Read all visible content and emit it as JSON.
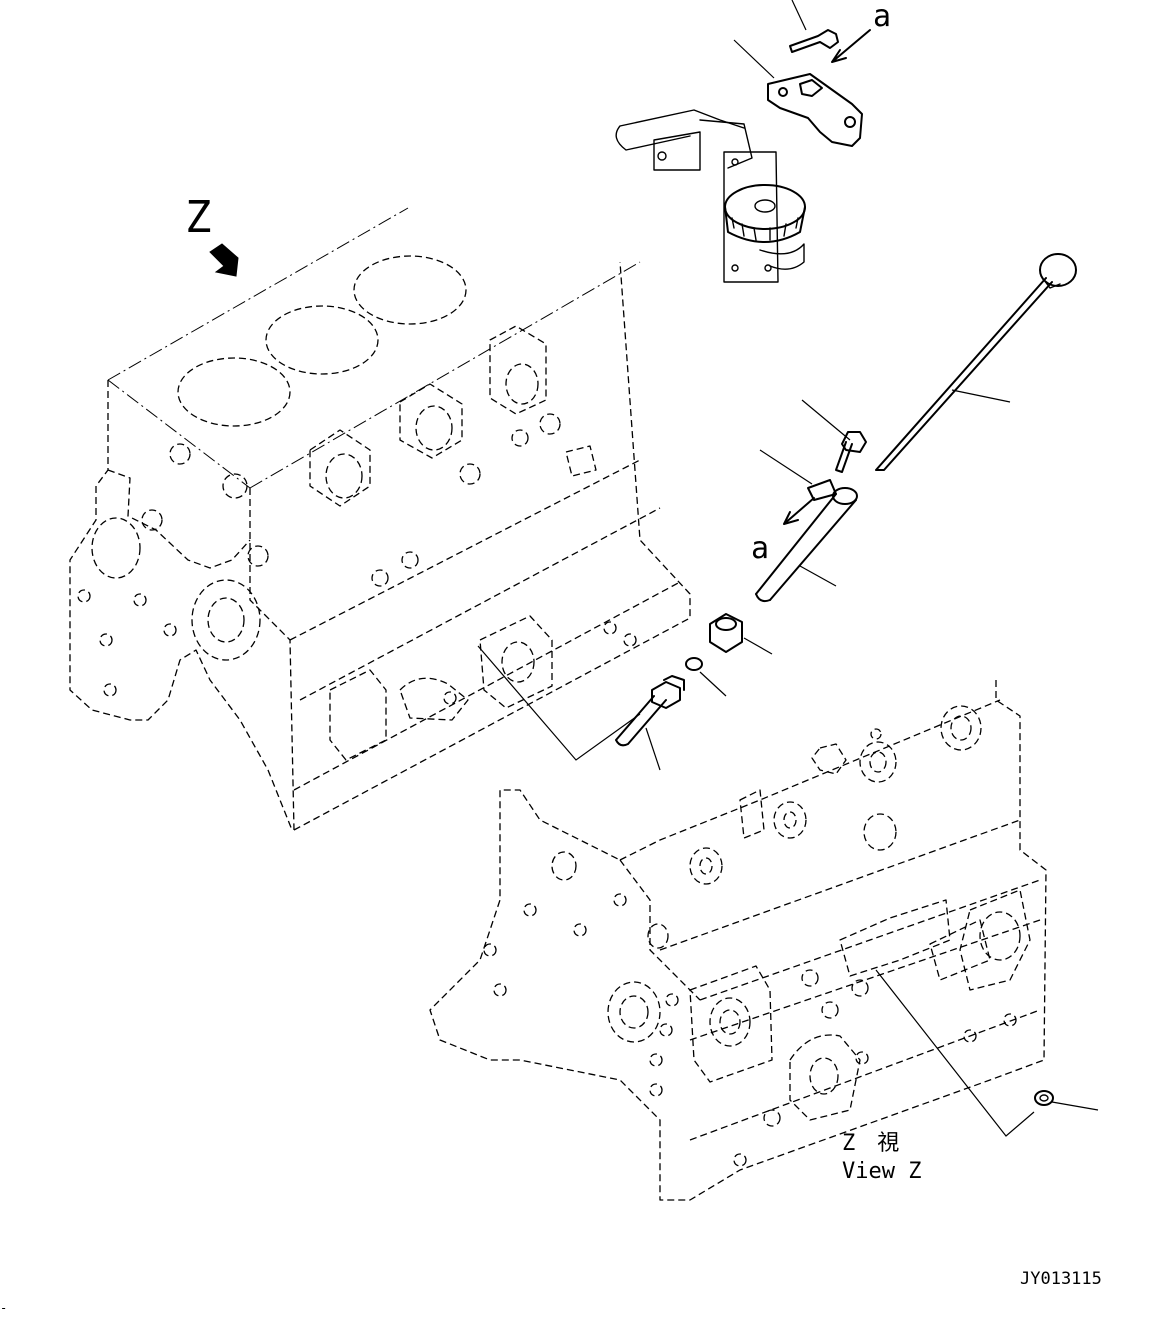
{
  "labels": {
    "view_marker": "Z",
    "arrow_a_top": "a",
    "arrow_a_mid": "a",
    "view_title_jp": "Z　視",
    "view_title_en": "View Z",
    "drawing_id": "JY013115",
    "corner_mark": "-"
  }
}
